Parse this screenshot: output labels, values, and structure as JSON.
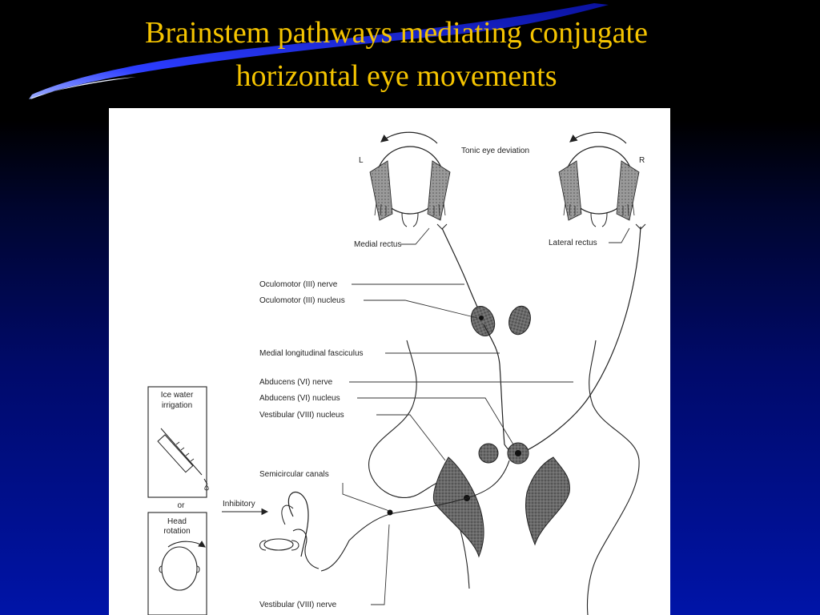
{
  "slide": {
    "title_line1": "Brainstem pathways mediating conjugate",
    "title_line2": "horizontal eye movements"
  },
  "diagram": {
    "labels": {
      "left_eye": "L",
      "right_eye": "R",
      "tonic_eye_deviation": "Tonic eye deviation",
      "medial_rectus": "Medial rectus",
      "lateral_rectus": "Lateral rectus",
      "oculomotor_nerve": "Oculomotor (III) nerve",
      "oculomotor_nucleus": "Oculomotor (III) nucleus",
      "mlf": "Medial longitudinal fasciculus",
      "abducens_nerve": "Abducens (VI) nerve",
      "abducens_nucleus": "Abducens (VI) nucleus",
      "vestibular_nucleus": "Vestibular (VIII) nucleus",
      "semicircular_canals": "Semicircular canals",
      "inhibitory": "Inhibitory",
      "vestibular_nerve": "Vestibular (VIII) nerve",
      "ice_water_line1": "Ice water",
      "ice_water_line2": "irrigation",
      "or": "or",
      "head_line1": "Head",
      "head_line2": "rotation"
    }
  },
  "colors": {
    "title": "#f5c400",
    "background_top": "#000000",
    "background_bottom": "#0014a8",
    "figure_background": "#ffffff"
  }
}
